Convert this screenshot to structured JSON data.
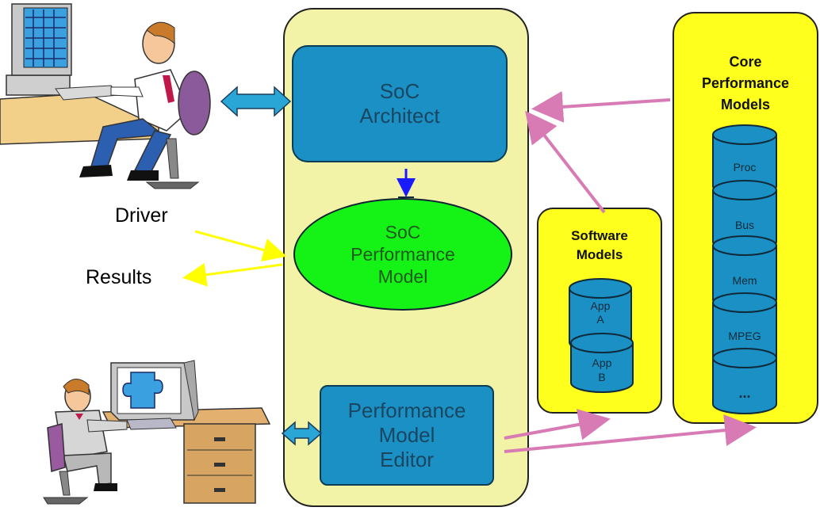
{
  "soc_architect": {
    "line1": "SoC",
    "line2": "Architect"
  },
  "soc_performance_model": {
    "line1": "SoC",
    "line2": "Performance",
    "line3": "Model"
  },
  "performance_model_editor": {
    "line1": "Performance",
    "line2": "Model",
    "line3": "Editor"
  },
  "left_labels": {
    "driver": "Driver",
    "results": "Results"
  },
  "software_models": {
    "title_line1": "Software",
    "title_line2": "Models",
    "apps": [
      {
        "line1": "App",
        "line2": "A"
      },
      {
        "line1": "App",
        "line2": "B"
      }
    ]
  },
  "core_performance_models": {
    "title_line1": "Core",
    "title_line2": "Performance",
    "title_line3": "Models",
    "cores": [
      "Proc",
      "Bus",
      "Mem",
      "MPEG",
      "..."
    ]
  },
  "colors": {
    "main_panel": "#f3f3a8",
    "yellow_panels": "#ffff1e",
    "blue_boxes": "#1b90c4",
    "green_ellipse": "#15f215",
    "pink_arrows": "#d87ab4",
    "yellow_arrows": "#ffff00",
    "blue_arrow": "#1a1aff",
    "cyan_double_arrows": "#2aa6d6"
  }
}
